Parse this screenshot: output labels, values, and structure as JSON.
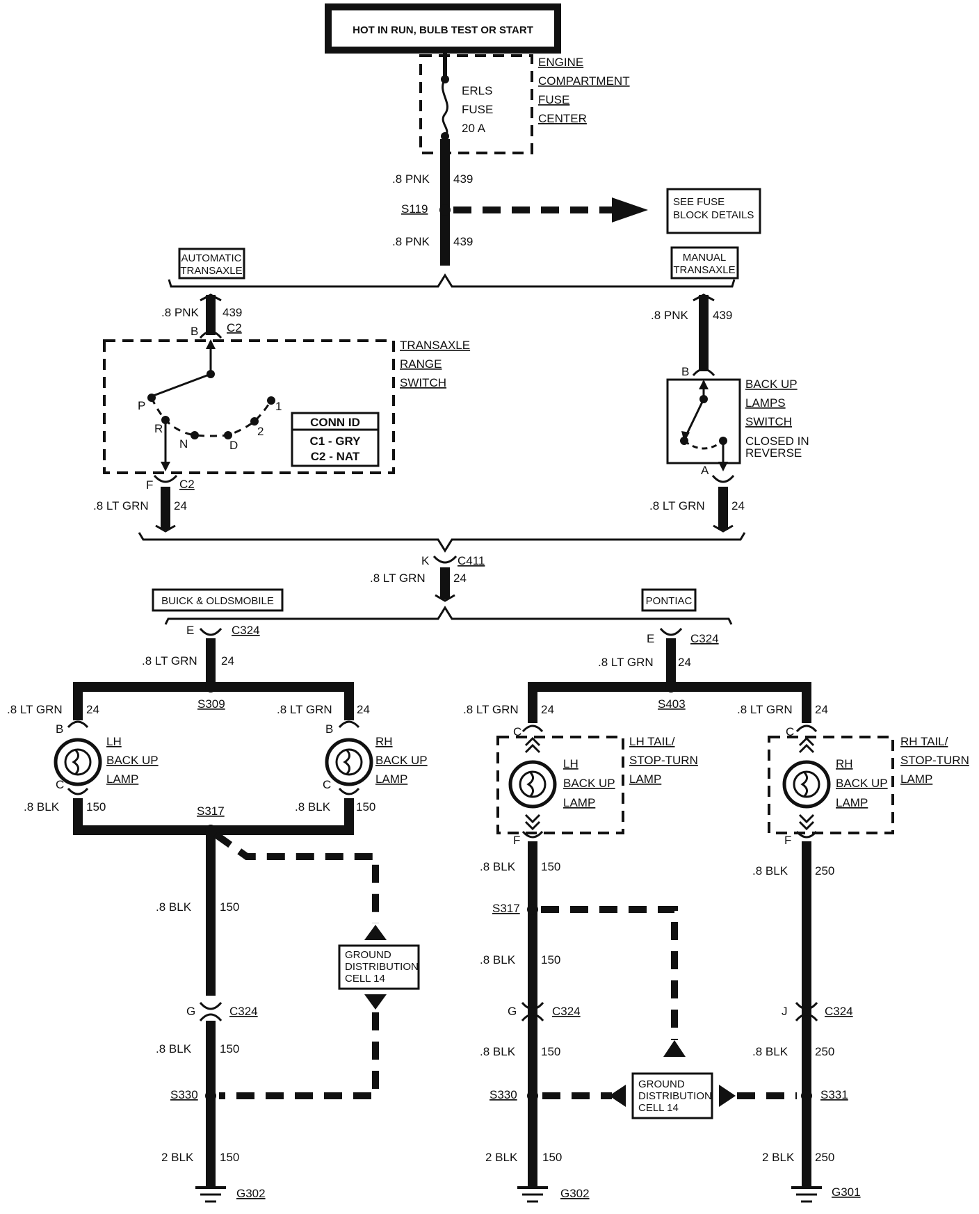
{
  "power_source": "HOT IN RUN, BULB TEST OR START",
  "fuse_center": {
    "lines": [
      "ENGINE",
      "COMPARTMENT",
      "FUSE",
      "CENTER"
    ]
  },
  "fuse": {
    "lines": [
      "ERLS",
      "FUSE",
      "20 A"
    ]
  },
  "wires": {
    "pnk_size": ".8 PNK",
    "pnk_circuit": "439",
    "ltgrn_size": ".8 LT GRN",
    "ltgrn_circuit": "24",
    "blk_size": ".8 BLK",
    "blk_circuit_150": "150",
    "blk_circuit_250": "250",
    "blk2_size": "2 BLK"
  },
  "splices": {
    "s119": "S119",
    "s309": "S309",
    "s317": "S317",
    "s403": "S403",
    "s330": "S330",
    "s331": "S331"
  },
  "see_fuse": [
    "SEE FUSE",
    "BLOCK DETAILS"
  ],
  "variants": {
    "automatic": [
      "AUTOMATIC",
      "TRANSAXLE"
    ],
    "manual": [
      "MANUAL",
      "TRANSAXLE"
    ],
    "buick": "BUICK & OLDSMOBILE",
    "pontiac": "PONTIAC"
  },
  "range_switch": {
    "label": [
      "TRANSAXLE",
      "RANGE",
      "SWITCH"
    ],
    "positions": {
      "p": "P",
      "r": "R",
      "n": "N",
      "d": "D",
      "two": "2",
      "one": "1"
    },
    "conn_id_title": "CONN ID",
    "conn_id_rows": [
      "C1 - GRY",
      "C2 - NAT"
    ]
  },
  "backup_switch": {
    "label": [
      "BACK UP",
      "LAMPS",
      "SWITCH",
      "CLOSED IN",
      "REVERSE"
    ]
  },
  "connectors": {
    "c2": "C2",
    "c411": "C411",
    "c324": "C324",
    "pins": {
      "a": "A",
      "b": "B",
      "c": "C",
      "e": "E",
      "f": "F",
      "g": "G",
      "j": "J",
      "k": "K"
    }
  },
  "lamps": {
    "lh_backup": [
      "LH",
      "BACK UP",
      "LAMP"
    ],
    "rh_backup": [
      "RH",
      "BACK UP",
      "LAMP"
    ],
    "lh_tail": [
      "LH TAIL/",
      "STOP-TURN",
      "LAMP"
    ],
    "rh_tail": [
      "RH TAIL/",
      "STOP-TURN",
      "LAMP"
    ]
  },
  "ground_dist": [
    "GROUND",
    "DISTRIBUTION",
    "CELL 14"
  ],
  "grounds": {
    "g302": "G302",
    "g301": "G301"
  }
}
